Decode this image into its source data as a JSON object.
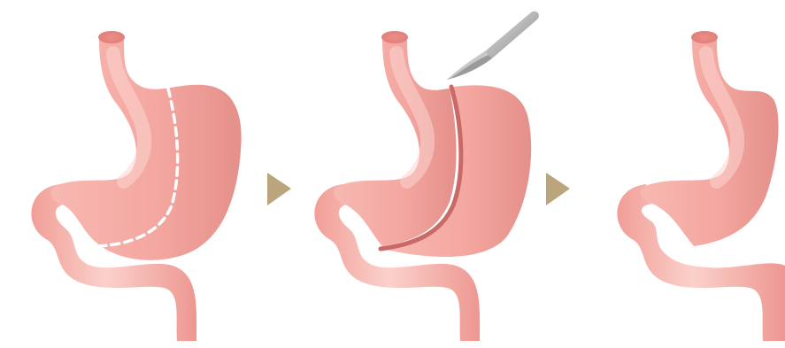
{
  "diagram": {
    "steps": [
      {
        "id": "stomach-before",
        "state": "marked cut line"
      },
      {
        "id": "stomach-cutting",
        "state": "incision with scalpel"
      },
      {
        "id": "stomach-after",
        "state": "sleeve stomach"
      }
    ],
    "arrows": [
      {
        "id": "arrow-1"
      },
      {
        "id": "arrow-2"
      }
    ],
    "colors": {
      "stomach_light": "#F7B8B1",
      "stomach_base": "#F2A29B",
      "stomach_shadow": "#E48882",
      "stomach_top": "#E98580",
      "incision": "#C96A68",
      "cut_line": "#FFFFFF",
      "arrow": "#BBA57D",
      "scalpel_light": "#D9D9D9",
      "scalpel_dark": "#8E8E8E"
    },
    "icons": [
      "stomach-icon",
      "scalpel-icon",
      "arrow-right-icon"
    ]
  }
}
